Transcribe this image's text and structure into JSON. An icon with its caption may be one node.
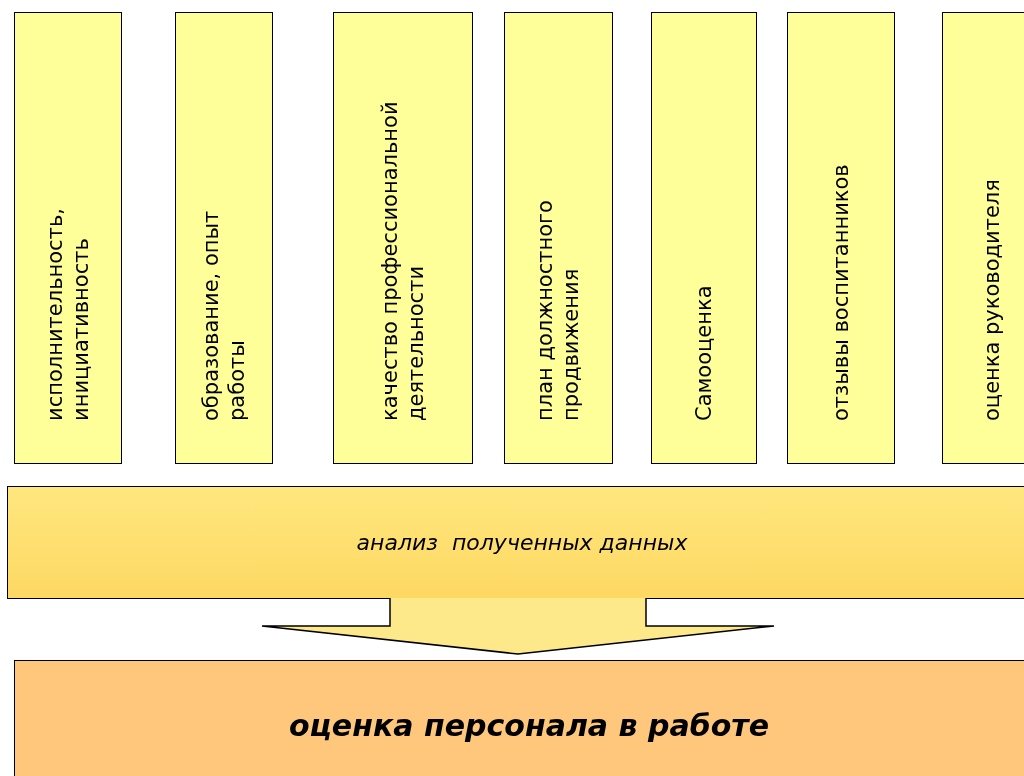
{
  "diagram": {
    "nodes": [
      {
        "text": [
          "исполнительность, инициативность"
        ]
      },
      {
        "text": [
          "образование, опыт работы"
        ]
      },
      {
        "text": [
          "качество профессиональной деятельности"
        ]
      },
      {
        "text": [
          "план должностного продвижения"
        ]
      },
      {
        "text": [
          "Самооценка"
        ]
      },
      {
        "text": [
          "отзывы воспитанников"
        ]
      },
      {
        "text": [
          "оценка руководителя"
        ]
      },
      {
        "text": [
          "анализ  полученных данных"
        ]
      },
      {
        "text": [
          "оценка персонала в работе"
        ]
      }
    ],
    "edges": [
      {
        "from": 7,
        "to": 8,
        "arrow": "to"
      }
    ]
  }
}
